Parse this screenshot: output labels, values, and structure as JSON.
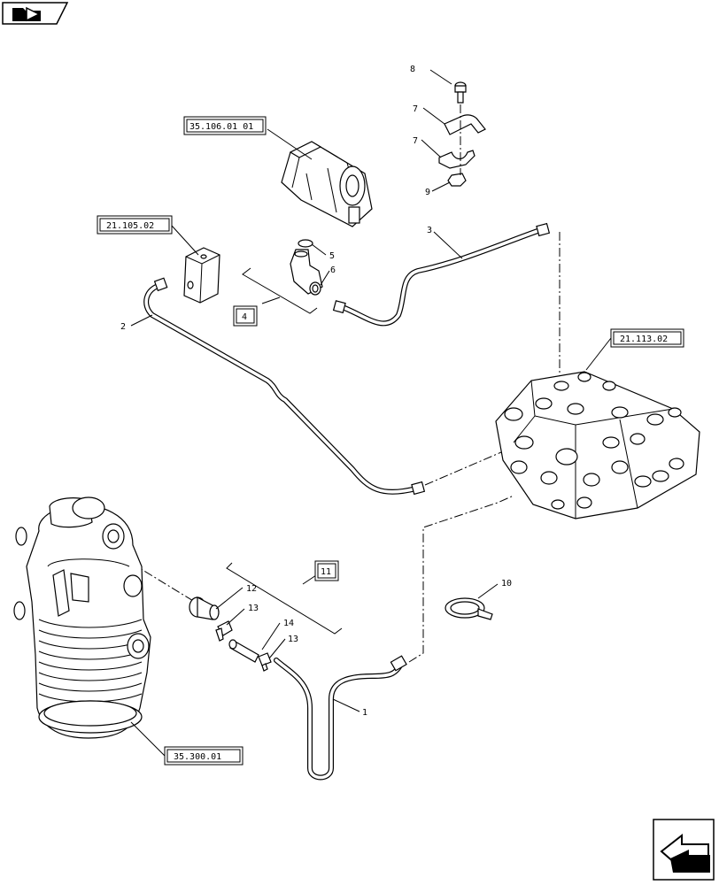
{
  "nav": {
    "corner_button_icon": "arrow-right-folder-icon",
    "next_button_icon": "double-arrow-right-icon"
  },
  "callouts": {
    "c1": "1",
    "c2": "2",
    "c3": "3",
    "c4": "4",
    "c5": "5",
    "c6": "6",
    "c7a": "7",
    "c7b": "7",
    "c8": "8",
    "c9": "9",
    "c10": "10",
    "c11": "11",
    "c12": "12",
    "c13a": "13",
    "c13b": "13",
    "c14": "14"
  },
  "references": {
    "r1": "35.106.01 01",
    "r2": "21.105.02",
    "r3": "21.113.02",
    "r4": "35.300.01"
  }
}
